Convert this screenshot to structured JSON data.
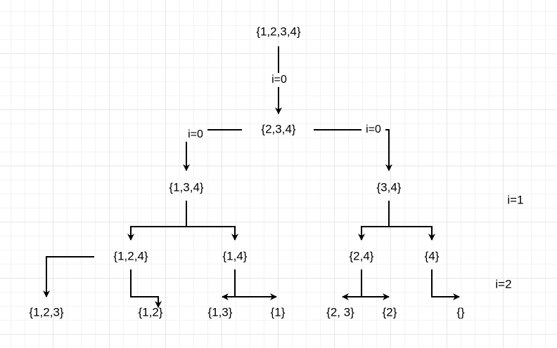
{
  "nodes": {
    "root": "{1,2,3,4}",
    "n234": "{2,3,4}",
    "n134": "{1,3,4}",
    "n34": "{3,4}",
    "n124": "{1,2,4}",
    "n14": "{1,4}",
    "n24": "{2,4}",
    "n4": "{4}",
    "n123": "{1,2,3}",
    "n12": "{1,2}",
    "n13": "{1,3}",
    "n1": "{1}",
    "n23": "{2, 3}",
    "n2": "{2}",
    "empty": "{}"
  },
  "edge_labels": {
    "root_to_234": "i=0",
    "to_134": "i=0",
    "to_34": "i=0"
  },
  "level_labels": {
    "level1": "i=1",
    "level2": "i=2"
  }
}
